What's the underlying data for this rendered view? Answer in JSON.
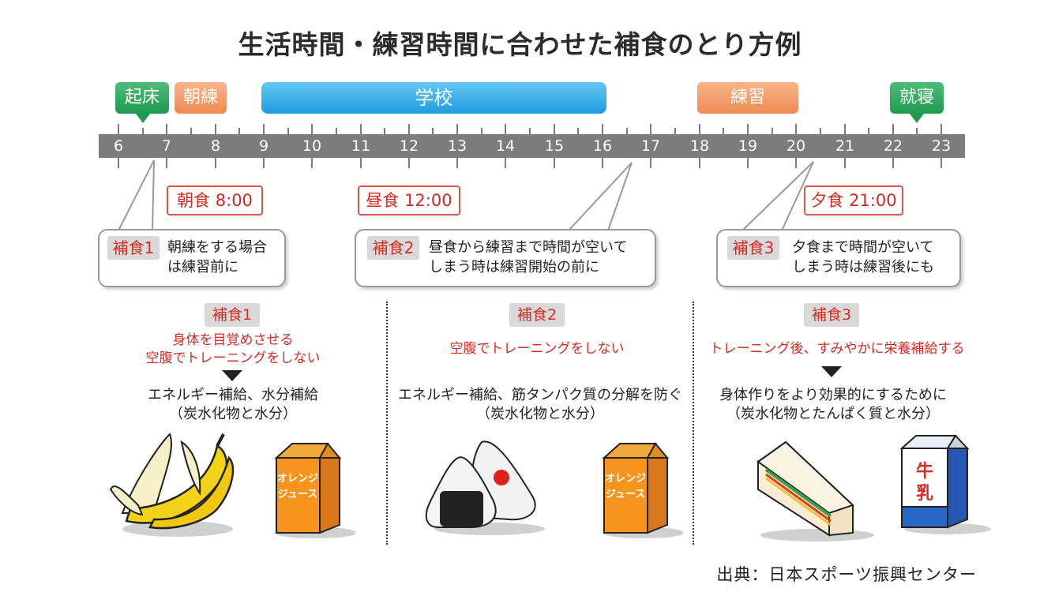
{
  "title": "生活時間・練習時間に合わせた補食のとり方例",
  "timeline": {
    "hours": [
      "6",
      "7",
      "8",
      "9",
      "10",
      "11",
      "12",
      "13",
      "14",
      "15",
      "16",
      "17",
      "18",
      "19",
      "20",
      "21",
      "22",
      "23"
    ],
    "events": {
      "wake": "起床",
      "morning_practice": "朝練",
      "school": "学校",
      "practice": "練習",
      "bed": "就寝"
    },
    "meals": {
      "breakfast": "朝食 8:00",
      "lunch": "昼食 12:00",
      "dinner": "夕食 21:00"
    }
  },
  "callouts": [
    {
      "badge": "補食1",
      "line1": "朝練をする場合",
      "line2": "は練習前に"
    },
    {
      "badge": "補食2",
      "line1": "昼食から練習まで時間が空いて",
      "line2": "しまう時は練習開始の前に"
    },
    {
      "badge": "補食3",
      "line1": "夕食まで時間が空いて",
      "line2": "しまう時は練習後にも"
    }
  ],
  "columns": [
    {
      "badge": "補食1",
      "red1": "身体を目覚めさせる",
      "red2": "空腹でトレーニングをしない",
      "text1": "エネルギー補給、水分補給",
      "text2": "（炭水化物と水分）",
      "foods": [
        "banana",
        "orange-juice"
      ]
    },
    {
      "badge": "補食2",
      "red1": "空腹でトレーニングをしない",
      "text1": "エネルギー補給、筋タンパク質の分解を防ぐ",
      "text2": "（炭水化物と水分）",
      "foods": [
        "onigiri",
        "orange-juice"
      ]
    },
    {
      "badge": "補食3",
      "red1": "トレーニング後、すみやかに栄養補給する",
      "text1": "身体作りをより効果的にするために",
      "text2": "（炭水化物とたんぱく質と水分）",
      "foods": [
        "sandwich",
        "milk"
      ]
    }
  ],
  "juice_label": "オレンジジュース",
  "milk_label": "牛乳",
  "source": "出典：日本スポーツ振興センター",
  "colors": {
    "red": "#d82b22",
    "green": "#1e9a4f",
    "orange": "#ef8a52",
    "blue": "#1e9be0",
    "bar": "#7c7c7c"
  }
}
